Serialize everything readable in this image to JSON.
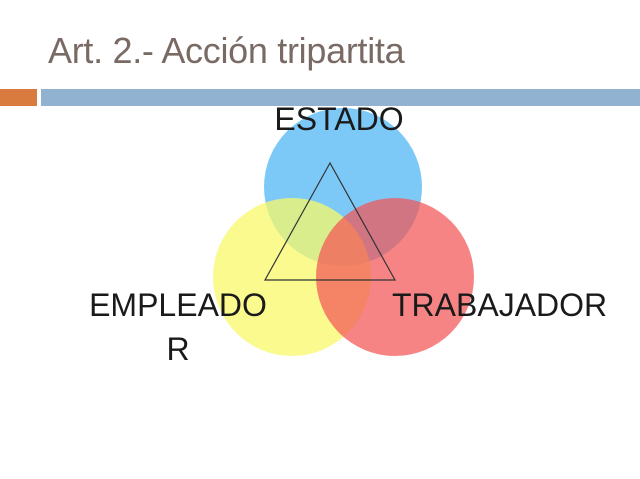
{
  "slide": {
    "title": "Art. 2.- Acción tripartita",
    "accent_colors": {
      "orange_bar": "#d97a3f",
      "blue_bar": "#92b2d2",
      "title_text": "#7a6a64"
    }
  },
  "diagram": {
    "type": "venn-3",
    "sets": [
      {
        "label": "ESTADO",
        "color": "#6ec3f7"
      },
      {
        "label_line1": "EMPLEADO",
        "label_line2": "R",
        "color": "#f8f86a"
      },
      {
        "label": "TRABAJADOR",
        "color": "#f46a6a"
      }
    ],
    "overlay": "triangle"
  }
}
